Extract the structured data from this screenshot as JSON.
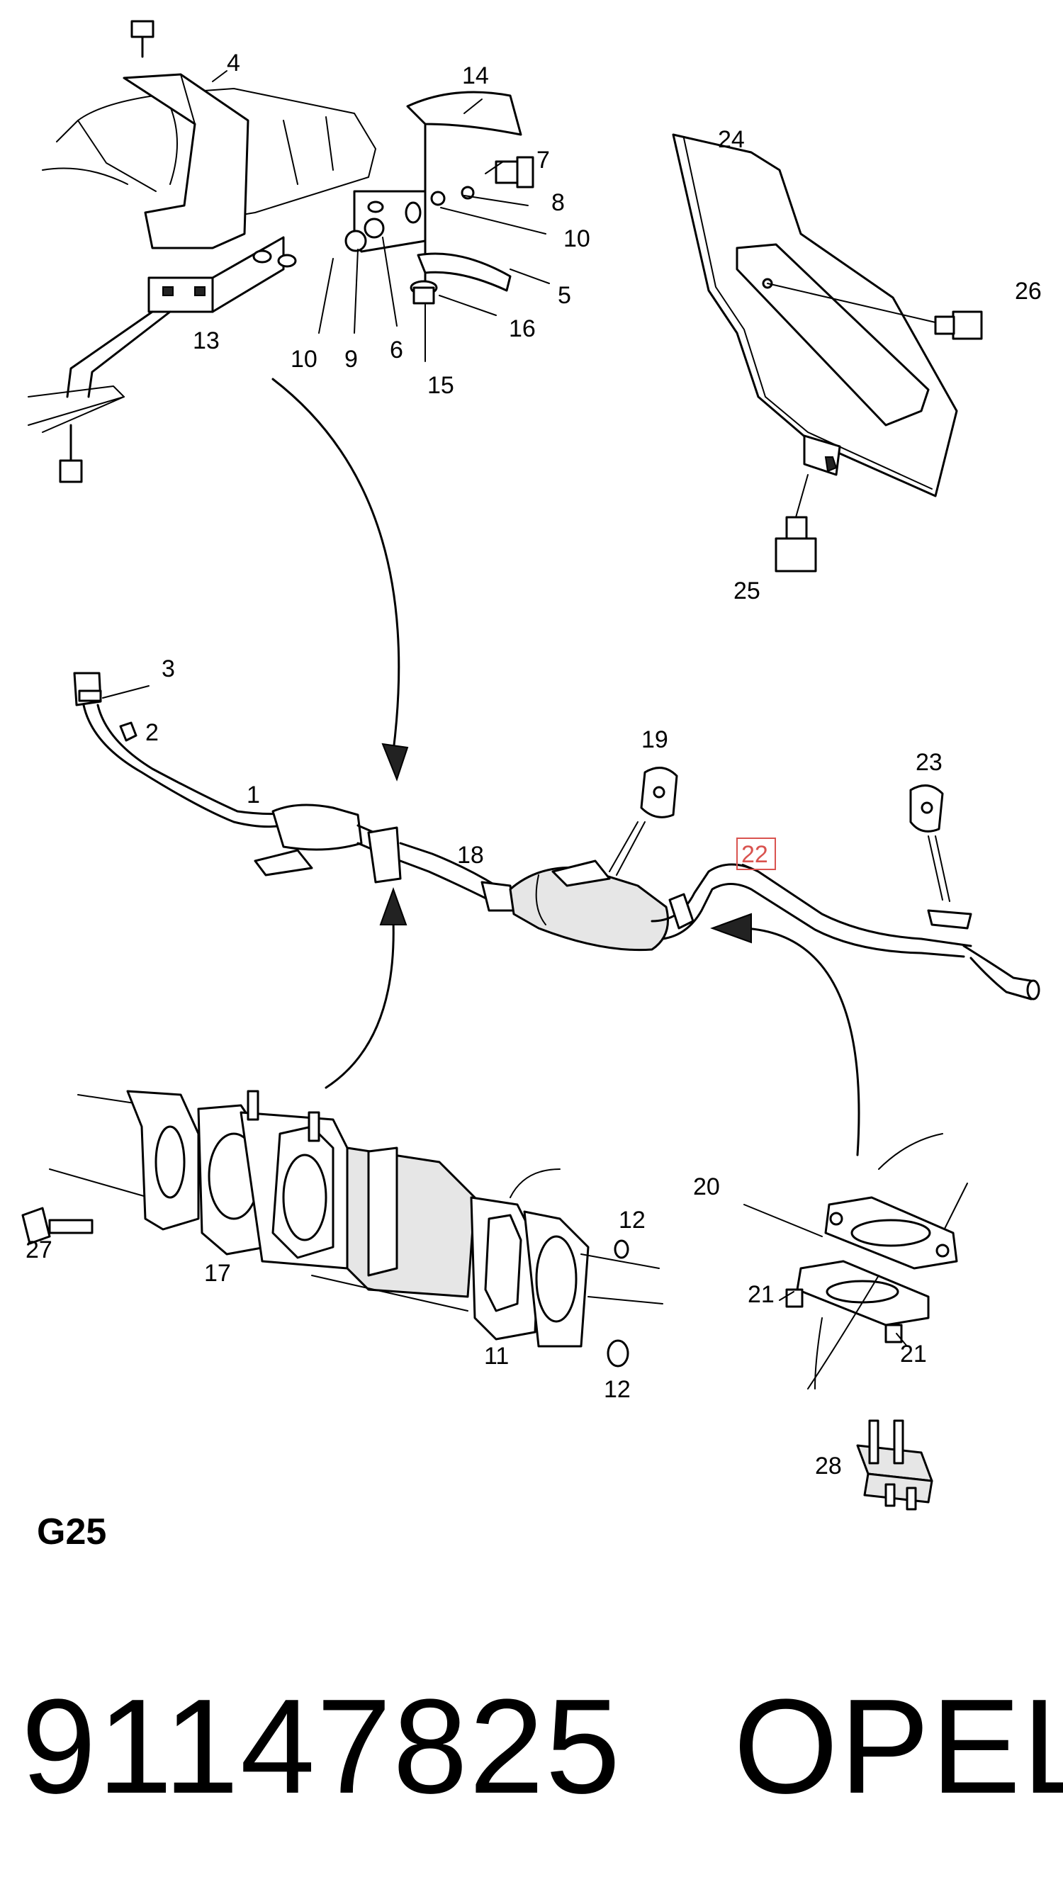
{
  "callouts": {
    "c1": "1",
    "c2": "2",
    "c3": "3",
    "c4": "4",
    "c5": "5",
    "c6": "6",
    "c7": "7",
    "c8": "8",
    "c9": "9",
    "c10a": "10",
    "c10b": "10",
    "c11": "11",
    "c12a": "12",
    "c12b": "12",
    "c13": "13",
    "c14": "14",
    "c15": "15",
    "c16": "16",
    "c17": "17",
    "c18": "18",
    "c19": "19",
    "c20": "20",
    "c21a": "21",
    "c21b": "21",
    "c22": "22",
    "c23": "23",
    "c24": "24",
    "c25": "25",
    "c26": "26",
    "c27": "27",
    "c28": "28"
  },
  "highlighted_callout": "22",
  "highlight_color": "#d9534f",
  "diagram_id": "G25",
  "part_number": "91147825",
  "brand": "OPEL"
}
